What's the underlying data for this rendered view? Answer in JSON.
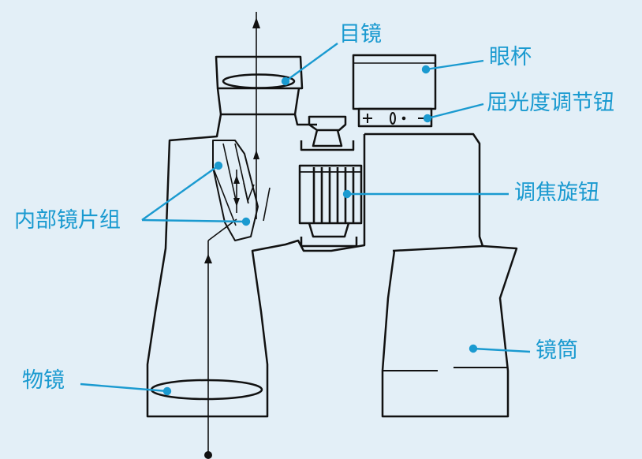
{
  "background_color": "#e3eff7",
  "drawing_color": "#111111",
  "accent_color": "#1a9ad0",
  "labels": {
    "eyepiece": "目镜",
    "eyecup": "眼杯",
    "diopter_knob": "屈光度调节钮",
    "focus_knob": "调焦旋钮",
    "inner_prisms": "内部镜片组",
    "objective": "物镜",
    "barrel": "镜筒"
  }
}
